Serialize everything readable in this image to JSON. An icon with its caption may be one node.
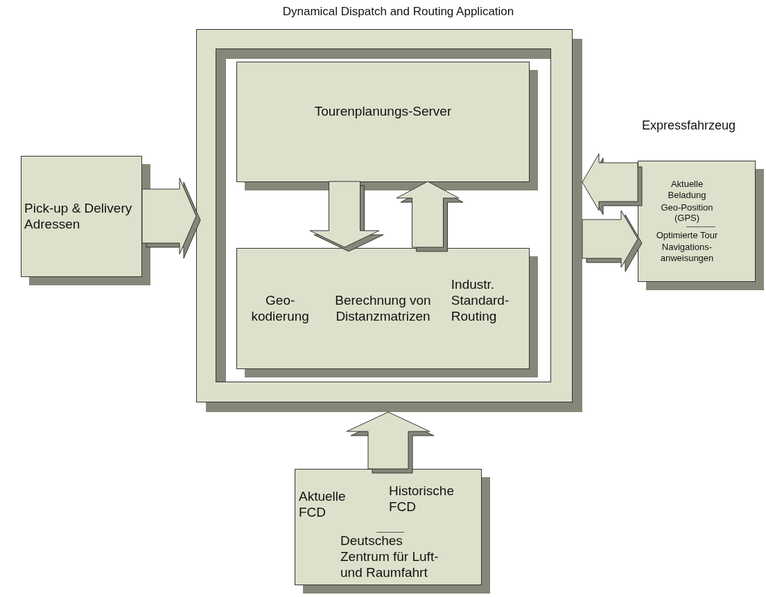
{
  "diagram": {
    "nodes": [
      {
        "text": [
          "Dynamical Dispatch and Routing Application"
        ]
      },
      {
        "text": [
          "Tourenplanungs-Server"
        ],
        "in": 0
      },
      {
        "text": [
          "Geo- kodierung",
          "Berechnung von Distanzmatrizen",
          "Industr. Standard- Routing"
        ],
        "in": 0
      },
      {
        "text": [
          "Pick-up & Delivery Adressen"
        ]
      },
      {
        "text": [
          "Expressfahrzeug",
          "Aktuelle Beladung",
          "Geo-Position (GPS)",
          "Optimierte Tour",
          "Navigations- anweisungen"
        ]
      },
      {
        "text": [
          "Aktuelle FCD",
          "Historische FCD",
          "Deutsches Zentrum für Luft- und Raumfahrt"
        ]
      }
    ],
    "edges": [
      {
        "from": 3,
        "to": 0,
        "arrow": "to"
      },
      {
        "from": 4,
        "to": 0,
        "arrow": "to"
      },
      {
        "from": 0,
        "to": 4,
        "arrow": "to"
      },
      {
        "from": 5,
        "to": 0,
        "arrow": "to"
      },
      {
        "from": 1,
        "to": 2,
        "arrow": "to"
      },
      {
        "from": 2,
        "to": 1,
        "arrow": "to"
      }
    ]
  }
}
